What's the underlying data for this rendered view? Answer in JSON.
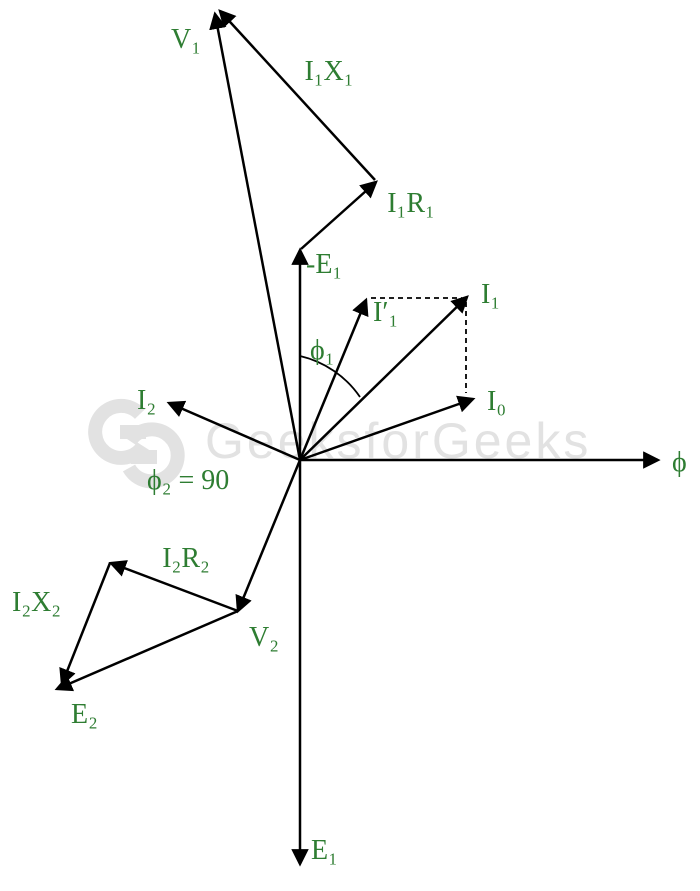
{
  "diagram": {
    "type": "transformer-phasor-diagram",
    "watermark": {
      "text": "GeeksforGeeks"
    },
    "colors": {
      "vector": "#000000",
      "label": "#2e7d32",
      "watermark": "#e2e2e2",
      "background": "#ffffff"
    },
    "labels": {
      "v1": "V₁",
      "i1x1": "I₁X₁",
      "i1r1": "I₁R₁",
      "neg_e1": "-E₁",
      "i1_prime": "I′₁",
      "i1": "I₁",
      "phi1": "ϕ₁",
      "i0": "I₀",
      "phi": "ϕ",
      "i2": "I₂",
      "phi2_eq": "ϕ₂ = 90",
      "i2r2": "I₂R₂",
      "i2x2": "I₂X₂",
      "v2": "V₂",
      "e2": "E₂",
      "e1": "E₁"
    }
  }
}
